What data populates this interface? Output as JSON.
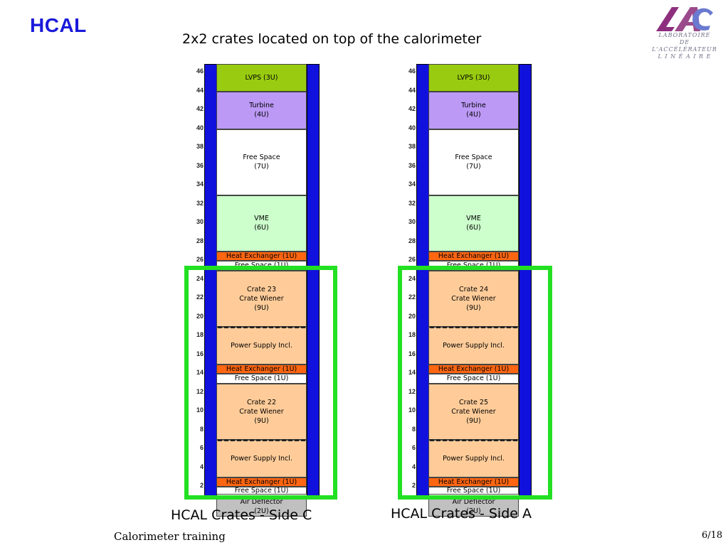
{
  "header": {
    "title": "HCAL",
    "subtitle": "2x2 crates located on top of the calorimeter"
  },
  "logo": {
    "line1": "LABORATOIRE",
    "line2": "DE L'ACCÉLÉRATEUR",
    "line3": "L I N É A I R E"
  },
  "unit_labels": [
    "46",
    "44",
    "42",
    "40",
    "38",
    "36",
    "34",
    "32",
    "30",
    "28",
    "26",
    "24",
    "22",
    "20",
    "18",
    "16",
    "14",
    "12",
    "10",
    "8",
    "6",
    "4",
    "2"
  ],
  "racks": [
    {
      "caption": "HCAL Crates - Side C",
      "slots": [
        {
          "label": "LVPS (3U)",
          "color": "#99cc11"
        },
        {
          "label": "Turbine\n(4U)",
          "color": "#bb99f5"
        },
        {
          "label": "Free Space\n(7U)",
          "color": "#ffffff"
        },
        {
          "label": "VME\n(6U)",
          "color": "#ccffcc"
        },
        {
          "label": "Heat Exchanger (1U)",
          "color": "#ff6611"
        },
        {
          "label": "Free Space (1U)",
          "color": "#ffffff"
        },
        {
          "label": "Crate 23\nCrate Wiener\n(9U)",
          "color": "#ffcc99"
        },
        {
          "label": "Power Supply Incl.",
          "color": "#ffcc99"
        },
        {
          "label": "Heat Exchanger (1U)",
          "color": "#ff6611"
        },
        {
          "label": "Free Space (1U)",
          "color": "#ffffff"
        },
        {
          "label": "Crate 22\nCrate Wiener\n(9U)",
          "color": "#ffcc99"
        },
        {
          "label": "Power Supply Incl.",
          "color": "#ffcc99"
        },
        {
          "label": "Heat Exchanger (1U)",
          "color": "#ff6611"
        },
        {
          "label": "Free Space (1U)",
          "color": "#ffffff"
        },
        {
          "label": "Air Deflector\n(2U)",
          "color": "#c0c0c0"
        }
      ]
    },
    {
      "caption": "HCAL Crates - Side A",
      "slots": [
        {
          "label": "LVPS (3U)",
          "color": "#99cc11"
        },
        {
          "label": "Turbine\n(4U)",
          "color": "#bb99f5"
        },
        {
          "label": "Free Space\n(7U)",
          "color": "#ffffff"
        },
        {
          "label": "VME\n(6U)",
          "color": "#ccffcc"
        },
        {
          "label": "Heat Exchanger (1U)",
          "color": "#ff6611"
        },
        {
          "label": "Free Space (1U)",
          "color": "#ffffff"
        },
        {
          "label": "Crate 24\nCrate Wiener\n(9U)",
          "color": "#ffcc99"
        },
        {
          "label": "Power Supply Incl.",
          "color": "#ffcc99"
        },
        {
          "label": "Heat Exchanger (1U)",
          "color": "#ff6611"
        },
        {
          "label": "Free Space (1U)",
          "color": "#ffffff"
        },
        {
          "label": "Crate 25\nCrate Wiener\n(9U)",
          "color": "#ffcc99"
        },
        {
          "label": "Power Supply Incl.",
          "color": "#ffcc99"
        },
        {
          "label": "Heat Exchanger (1U)",
          "color": "#ff6611"
        },
        {
          "label": "Free Space (1U)",
          "color": "#ffffff"
        },
        {
          "label": "Air Deflector\n(2U)",
          "color": "#c0c0c0"
        }
      ]
    }
  ],
  "highlight_color": "#22e022",
  "rail_color": "#1111dd",
  "footer": {
    "left": "Calorimeter training",
    "page": "6/18"
  }
}
